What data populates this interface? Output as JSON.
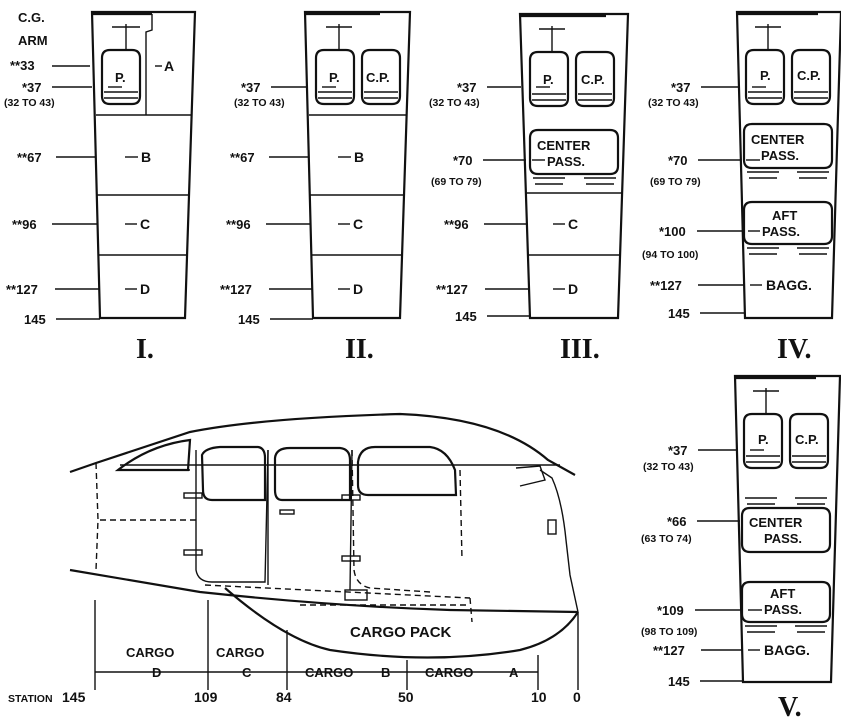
{
  "cg_heading": [
    "C.G.",
    "ARM"
  ],
  "seat_labels": {
    "pilot": "P.",
    "copilot": "C.P."
  },
  "zone_labels": {
    "a": "A",
    "b": "B",
    "c": "C",
    "d": "D"
  },
  "panel_labels": {
    "center": [
      "CENTER",
      "PASS."
    ],
    "aft": [
      "AFT",
      "PASS."
    ],
    "baggage": "BAGG."
  },
  "configs": [
    {
      "roman": "I.",
      "arms": [
        {
          "value": "**33",
          "zone": "A"
        },
        {
          "value": "*37",
          "range": "(32 TO 43)",
          "seat": "pilot"
        },
        {
          "value": "**67",
          "zone": "B"
        },
        {
          "value": "**96",
          "zone": "C"
        },
        {
          "value": "**127",
          "zone": "D"
        },
        {
          "value": "145",
          "end": true
        }
      ]
    },
    {
      "roman": "II.",
      "arms": [
        {
          "value": "*37",
          "range": "(32 TO 43)",
          "seat": "pilot + copilot"
        },
        {
          "value": "**67",
          "zone": "B"
        },
        {
          "value": "**96",
          "zone": "C"
        },
        {
          "value": "**127",
          "zone": "D"
        },
        {
          "value": "145",
          "end": true
        }
      ]
    },
    {
      "roman": "III.",
      "arms": [
        {
          "value": "*37",
          "range": "(32 TO 43)",
          "seat": "pilot + copilot"
        },
        {
          "value": "*70",
          "range": "(69 TO 79)",
          "seat": "center passengers"
        },
        {
          "value": "**96",
          "zone": "C"
        },
        {
          "value": "**127",
          "zone": "D"
        },
        {
          "value": "145",
          "end": true
        }
      ]
    },
    {
      "roman": "IV.",
      "arms": [
        {
          "value": "*37",
          "range": "(32 TO 43)",
          "seat": "pilot + copilot"
        },
        {
          "value": "*70",
          "range": "(69 TO 79)",
          "seat": "center passengers"
        },
        {
          "value": "*100",
          "range": "(94 TO 100)",
          "seat": "aft passengers"
        },
        {
          "value": "**127",
          "zone": "BAGG."
        },
        {
          "value": "145",
          "end": true
        }
      ]
    },
    {
      "roman": "V.",
      "arms": [
        {
          "value": "*37",
          "range": "(32 TO 43)",
          "seat": "pilot + copilot"
        },
        {
          "value": "*66",
          "range": "(63 TO 74)",
          "seat": "center passengers"
        },
        {
          "value": "*109",
          "range": "(98 TO 109)",
          "seat": "aft passengers"
        },
        {
          "value": "**127",
          "zone": "BAGG."
        },
        {
          "value": "145",
          "end": true
        }
      ]
    }
  ],
  "side_view": {
    "cargo_pack_label": "CARGO PACK",
    "cargo_zones": [
      {
        "word": "CARGO",
        "letter": "D"
      },
      {
        "word": "CARGO",
        "letter": "C"
      },
      {
        "word": "CARGO",
        "letter": "B"
      },
      {
        "word": "CARGO",
        "letter": "A"
      }
    ],
    "station_label": "STATION",
    "stations": [
      "145",
      "109",
      "84",
      "50",
      "10",
      "0"
    ]
  }
}
